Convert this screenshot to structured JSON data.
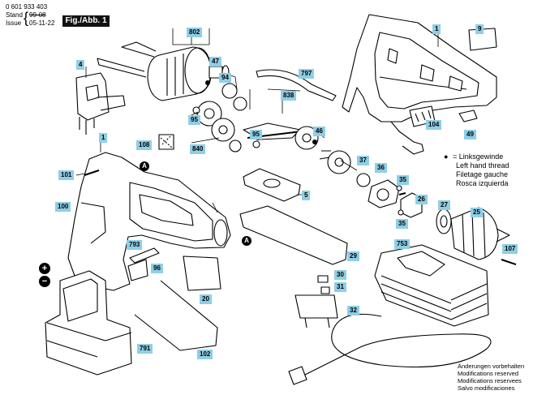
{
  "header": {
    "doc_number": "0 601 933 403",
    "stand_label": "Stand",
    "stand_date": "99-08",
    "issue_label": "Issue",
    "issue_date": "05-11-22",
    "figure_tag": "Fig./Abb. 1"
  },
  "callouts": [
    "802",
    "47",
    "1",
    "9",
    "4",
    "94",
    "797",
    "838",
    "95",
    "108",
    "840",
    "95",
    "46",
    "104",
    "49",
    "1",
    "101",
    "A",
    "37",
    "36",
    "35",
    "5",
    "26",
    "100",
    "27",
    "35",
    "25",
    "A",
    "793",
    "96",
    "29",
    "753",
    "107",
    "20",
    "30",
    "31",
    "32",
    "791",
    "102"
  ],
  "legend": {
    "marker": "●",
    "lines": [
      "= Linksgewinde",
      "Left hand thread",
      "Filetage gauche",
      "Rosca izquierda"
    ]
  },
  "battery_signs": {
    "plus": "+",
    "minus": "−"
  },
  "footer": {
    "lines": [
      "Änderungen vorbehalten",
      "Modifications reserved",
      "Modifications reservees",
      "Salvo modificaciones"
    ]
  }
}
